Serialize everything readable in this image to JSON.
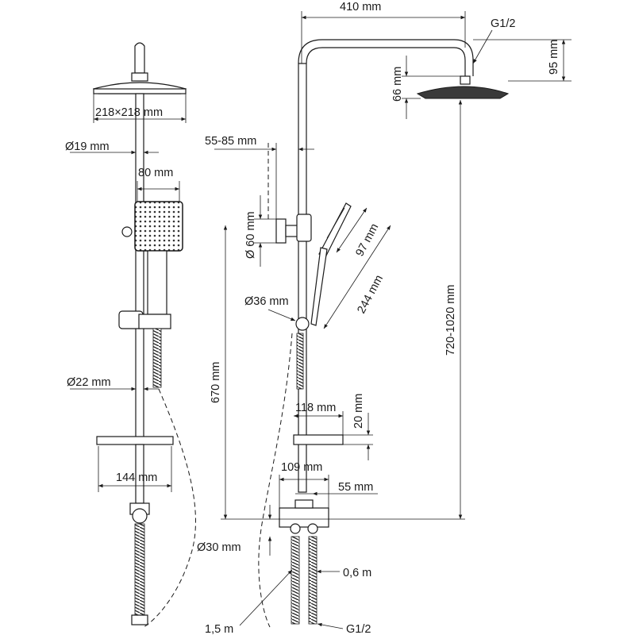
{
  "labels": {
    "head_size": "218×218 mm",
    "pipe_diam": "Ø19 mm",
    "handshower_width": "80 mm",
    "rail_diam": "Ø22 mm",
    "shelf_width": "144 mm",
    "arm_length": "410 mm",
    "thread_top": "G1/2",
    "head_drop": "95 mm",
    "head_height": "66 mm",
    "wall_offset": "55-85 mm",
    "bracket_diam": "Ø 60 mm",
    "hand_head_len": "97 mm",
    "hand_total_len": "244 mm",
    "slider_diam": "Ø36 mm",
    "rail_range": "720-1020 mm",
    "mixer_height": "670 mm",
    "shelf_depth": "118 mm",
    "shelf_thick": "20 mm",
    "mixer_width": "109 mm",
    "inlet_spacing": "55 mm",
    "inlet_diam": "Ø30 mm",
    "hose_short": "0,6 m",
    "hose_long": "1,5 m",
    "thread_bottom": "G1/2"
  }
}
